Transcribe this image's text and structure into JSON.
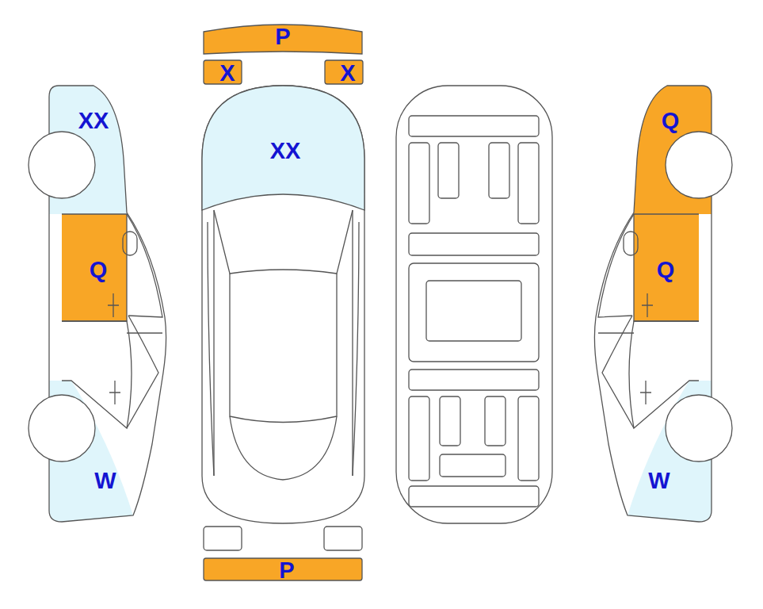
{
  "diagram": {
    "labels": [
      "P",
      "X",
      "X",
      "XX",
      "Q",
      "XX",
      "Q",
      "Q",
      "W",
      "W",
      "P"
    ]
  }
}
